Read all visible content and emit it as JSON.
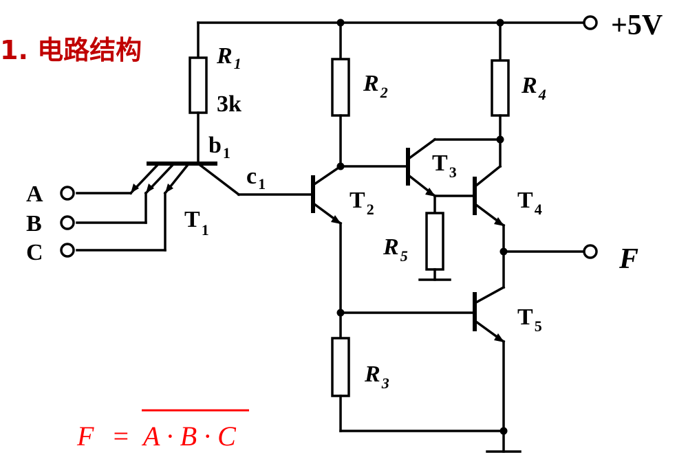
{
  "title": "1. 电路结构",
  "supply": "+5V",
  "output": "F",
  "inputs": [
    "A",
    "B",
    "C"
  ],
  "resistors": {
    "r1": {
      "name": "R",
      "sub": "1",
      "value": "3k"
    },
    "r2": {
      "name": "R",
      "sub": "2"
    },
    "r3": {
      "name": "R",
      "sub": "3"
    },
    "r4": {
      "name": "R",
      "sub": "4"
    },
    "r5": {
      "name": "R",
      "sub": "5"
    }
  },
  "transistors": {
    "t1": {
      "name": "T",
      "sub": "1"
    },
    "t2": {
      "name": "T",
      "sub": "2"
    },
    "t3": {
      "name": "T",
      "sub": "3"
    },
    "t4": {
      "name": "T",
      "sub": "4"
    },
    "t5": {
      "name": "T",
      "sub": "5"
    }
  },
  "nodes": {
    "b1": {
      "name": "b",
      "sub": "1"
    },
    "c1": {
      "name": "c",
      "sub": "1"
    }
  },
  "formula": {
    "lhs": "F",
    "eq": "=",
    "rhs": "A · B · C"
  },
  "colors": {
    "title": "#c00000",
    "formula": "#ff0000",
    "wire": "#000000"
  }
}
